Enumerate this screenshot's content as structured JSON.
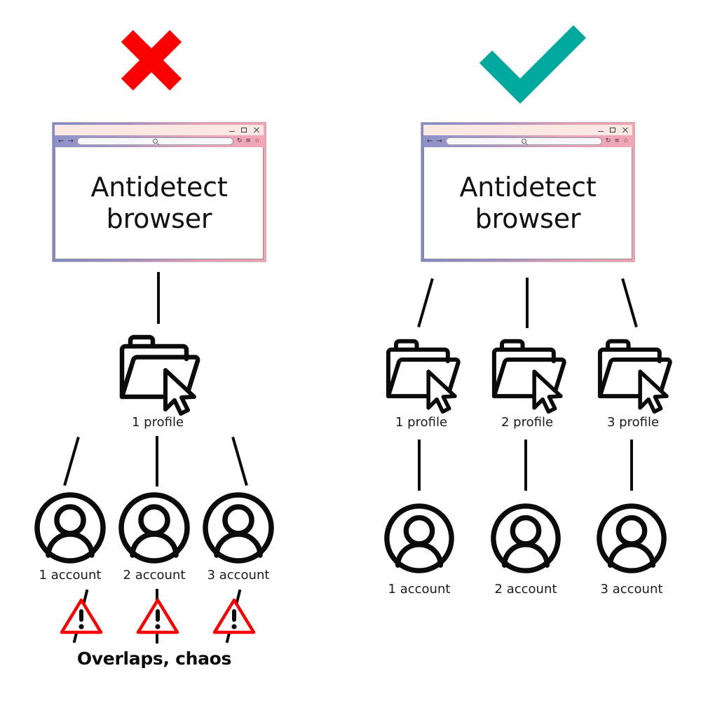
{
  "diagram": {
    "title_text": "Antidetect browser",
    "colors": {
      "cross_red": "#FB0000",
      "check_teal": "#00A99D",
      "warning_red": "#FF0000",
      "stroke_black": "#0B0B0B",
      "browser_left": "#7B8CC8",
      "browser_right": "#F4A3B0",
      "titlebar": "#FBE8E2"
    },
    "left_panel": {
      "verdict_icon": "red-cross-icon",
      "browser": {
        "window_title_buttons": [
          "minimize",
          "maximize",
          "close"
        ],
        "nav_back_icon": "arrow-left-icon",
        "nav_forward_icon": "arrow-right-icon",
        "url_value": "",
        "url_placeholder": "",
        "search_icon": "magnifier-icon",
        "reload_icon": "reload-icon",
        "menu_icon": "hamburger-menu-icon",
        "bookmark_icon": "star-icon",
        "page_line1": "Antidetect",
        "page_line2": "browser"
      },
      "profiles": [
        {
          "label": "1 profile",
          "icon": "folder-with-cursor-icon"
        }
      ],
      "accounts": [
        {
          "label": "1 account",
          "icon": "user-avatar-icon"
        },
        {
          "label": "2 account",
          "icon": "user-avatar-icon"
        },
        {
          "label": "3 account",
          "icon": "user-avatar-icon"
        }
      ],
      "warnings": [
        {
          "icon": "warning-triangle-icon"
        },
        {
          "icon": "warning-triangle-icon"
        },
        {
          "icon": "warning-triangle-icon"
        }
      ],
      "caption": "Overlaps, chaos"
    },
    "right_panel": {
      "verdict_icon": "teal-checkmark-icon",
      "browser": {
        "window_title_buttons": [
          "minimize",
          "maximize",
          "close"
        ],
        "nav_back_icon": "arrow-left-icon",
        "nav_forward_icon": "arrow-right-icon",
        "url_value": "",
        "url_placeholder": "",
        "search_icon": "magnifier-icon",
        "reload_icon": "reload-icon",
        "menu_icon": "hamburger-menu-icon",
        "bookmark_icon": "star-icon",
        "page_line1": "Antidetect",
        "page_line2": "browser"
      },
      "profiles": [
        {
          "label": "1 profile",
          "icon": "folder-with-cursor-icon"
        },
        {
          "label": "2 profile",
          "icon": "folder-with-cursor-icon"
        },
        {
          "label": "3 profile",
          "icon": "folder-with-cursor-icon"
        }
      ],
      "accounts": [
        {
          "label": "1 account",
          "icon": "user-avatar-icon"
        },
        {
          "label": "2 account",
          "icon": "user-avatar-icon"
        },
        {
          "label": "3 account",
          "icon": "user-avatar-icon"
        }
      ],
      "caption": ""
    }
  }
}
